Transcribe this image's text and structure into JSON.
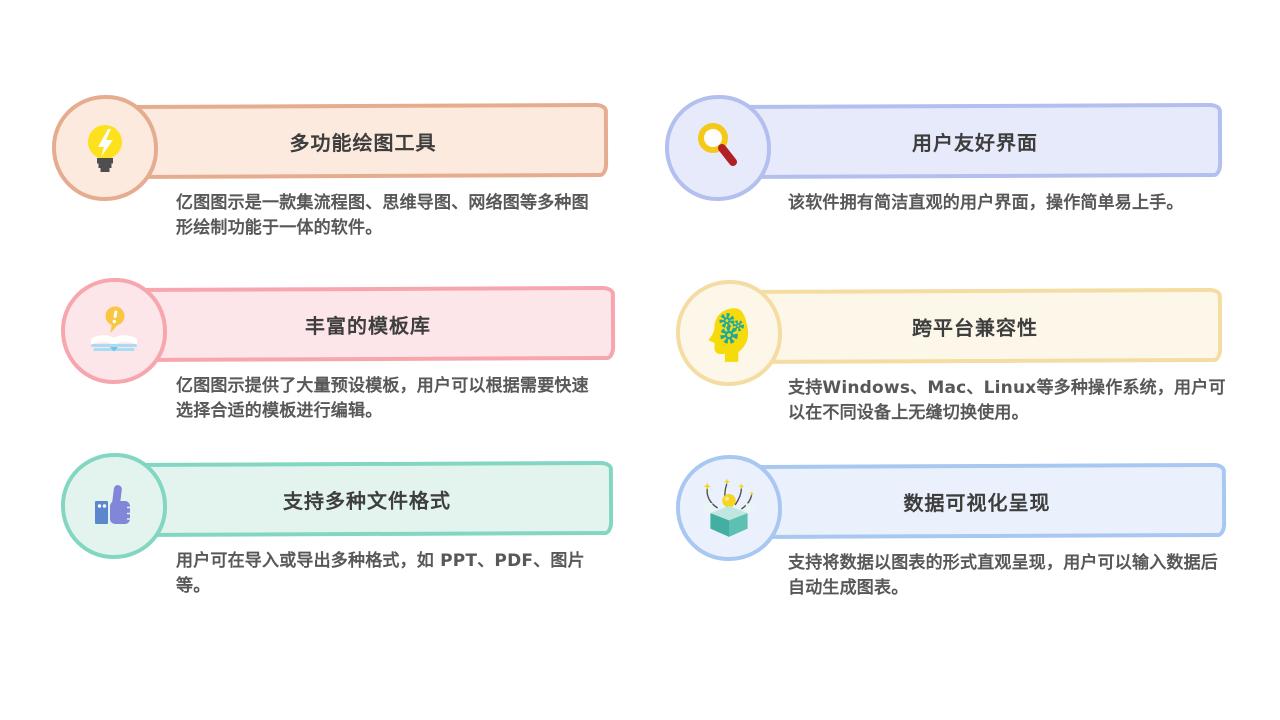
{
  "page": {
    "background": "#FFFFFF",
    "layout": "feature-grid-2x3"
  },
  "text_colors": {
    "title": "#3E3E3E",
    "description": "#585858"
  },
  "cards": [
    {
      "id": "drawing-tools",
      "icon": "lightbulb-icon",
      "title": "多功能绘图工具",
      "description": "亿图图示是一款集流程图、思维导图、网络图等多种图形绘制功能于一体的软件。",
      "colors": {
        "border": "#E5AC90",
        "fill": "#FBEADD"
      }
    },
    {
      "id": "friendly-ui",
      "icon": "magnifier-icon",
      "title": "用户友好界面",
      "description": "该软件拥有简洁直观的用户界面，操作简单易上手。",
      "colors": {
        "border": "#B3BFEF",
        "fill": "#E7EAFA"
      }
    },
    {
      "id": "template-library",
      "icon": "book-idea-icon",
      "title": "丰富的模板库",
      "description": "亿图图示提供了大量预设模板，用户可以根据需要快速选择合适的模板进行编辑。",
      "colors": {
        "border": "#F7A6AE",
        "fill": "#FCE6E9"
      }
    },
    {
      "id": "cross-platform",
      "icon": "head-gears-icon",
      "title": "跨平台兼容性",
      "description": "支持Windows、Mac、Linux等多种操作系统，用户可以在不同设备上无缝切换使用。",
      "colors": {
        "border": "#F4DCA2",
        "fill": "#FDF7EA"
      }
    },
    {
      "id": "file-formats",
      "icon": "thumbs-up-icon",
      "title": "支持多种文件格式",
      "description": "用户可在导入或导出多种格式，如 PPT、PDF、图片等。",
      "colors": {
        "border": "#83D7C2",
        "fill": "#E3F4EE"
      }
    },
    {
      "id": "data-visualization",
      "icon": "idea-box-icon",
      "title": "数据可视化呈现",
      "description": "支持将数据以图表的形式直观呈现，用户可以输入数据后自动生成图表。",
      "colors": {
        "border": "#A9C8F1",
        "fill": "#EAF1FC"
      }
    }
  ]
}
